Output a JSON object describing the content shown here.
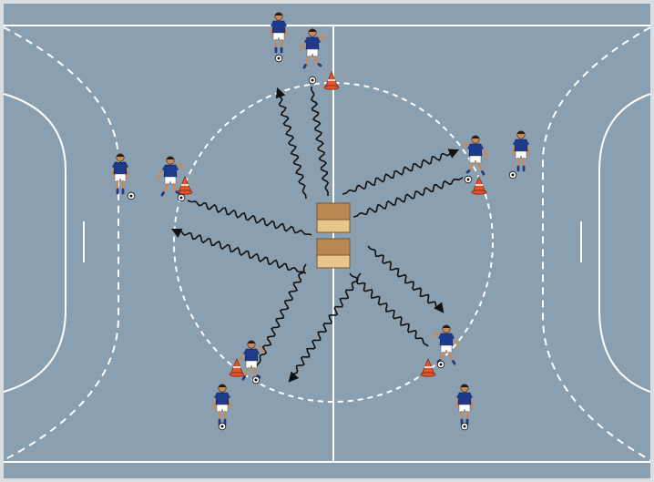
{
  "court": {
    "floor_color": "#8a9fb0",
    "line_color": "#ffffff",
    "frame_color": "#d9dee3"
  },
  "players": {
    "shirt_color": "#1e3a8a",
    "shorts_color": "#ffffff",
    "skin_color": "#c98a5a",
    "groups": [
      "top",
      "left",
      "right",
      "bottom-left",
      "bottom-right"
    ]
  },
  "equipment": {
    "cone_color": "#e8542a",
    "box_color": "#c8955a",
    "box_count": 2,
    "ball_icon": "soccer-ball-icon",
    "cone_icon": "cone-icon"
  },
  "drill": {
    "path_style": "dribble-wavy",
    "path_color": "#111111",
    "path_count": 10
  }
}
